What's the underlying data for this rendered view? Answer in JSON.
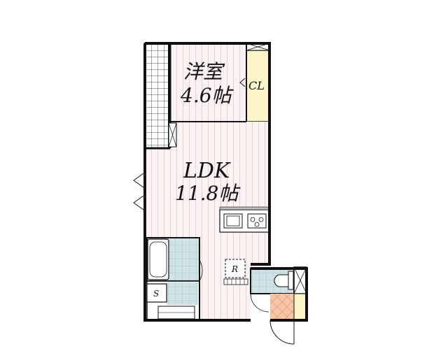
{
  "plan": {
    "western_room": {
      "name": "洋室",
      "size": "4.6帖"
    },
    "ldk": {
      "name": "LDK",
      "size": "11.8帖"
    },
    "closet": {
      "label": "CL"
    },
    "refrigerator": {
      "label": "R"
    },
    "shoe_box": {
      "label": "S"
    }
  },
  "colors": {
    "wall": "#111111",
    "floor_stripe": "#e6cfcf",
    "floor_bg": "#fbf3f3",
    "balcony_grid": "#555555",
    "wet_area_tile": "#cfe3e6",
    "closet_fill": "#fbf5c8",
    "entrance_tile": "#f2a37a"
  }
}
